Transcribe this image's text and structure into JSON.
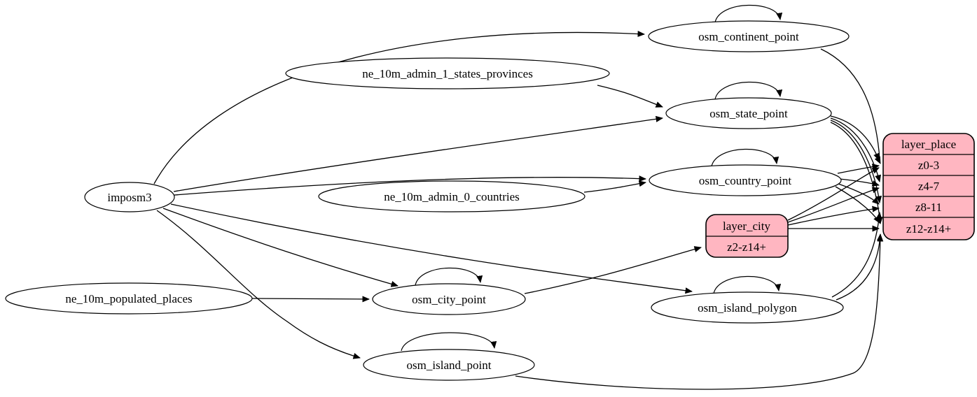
{
  "diagram": {
    "kind": "etl-graph",
    "colors": {
      "background": "#ffffff",
      "table_node_fill": "#ffffff",
      "layer_record_fill": "#ffb6c1",
      "stroke": "#000000",
      "text": "#000000"
    },
    "nodes": {
      "imposm3": "imposm3",
      "ne_10m_admin_1_states_provinces": "ne_10m_admin_1_states_provinces",
      "ne_10m_admin_0_countries": "ne_10m_admin_0_countries",
      "ne_10m_populated_places": "ne_10m_populated_places",
      "osm_continent_point": "osm_continent_point",
      "osm_state_point": "osm_state_point",
      "osm_country_point": "osm_country_point",
      "osm_city_point": "osm_city_point",
      "osm_island_polygon": "osm_island_polygon",
      "osm_island_point": "osm_island_point"
    },
    "records": {
      "layer_place": {
        "title": "layer_place",
        "rows": [
          "z0-3",
          "z4-7",
          "z8-11",
          "z12-z14+"
        ]
      },
      "layer_city": {
        "title": "layer_city",
        "rows": [
          "z2-z14+"
        ]
      }
    },
    "edges": [
      {
        "from": "imposm3",
        "to": "osm_continent_point"
      },
      {
        "from": "imposm3",
        "to": "osm_state_point"
      },
      {
        "from": "imposm3",
        "to": "osm_country_point"
      },
      {
        "from": "imposm3",
        "to": "osm_city_point"
      },
      {
        "from": "imposm3",
        "to": "osm_island_polygon"
      },
      {
        "from": "imposm3",
        "to": "osm_island_point"
      },
      {
        "from": "ne_10m_admin_1_states_provinces",
        "to": "osm_state_point"
      },
      {
        "from": "ne_10m_admin_0_countries",
        "to": "osm_country_point"
      },
      {
        "from": "ne_10m_populated_places",
        "to": "osm_city_point"
      },
      {
        "from": "osm_continent_point",
        "to": "osm_continent_point"
      },
      {
        "from": "osm_state_point",
        "to": "osm_state_point"
      },
      {
        "from": "osm_country_point",
        "to": "osm_country_point"
      },
      {
        "from": "osm_city_point",
        "to": "osm_city_point"
      },
      {
        "from": "osm_island_polygon",
        "to": "osm_island_polygon"
      },
      {
        "from": "osm_island_point",
        "to": "osm_island_point"
      },
      {
        "from": "osm_continent_point",
        "to": "layer_place:z0-3"
      },
      {
        "from": "osm_state_point",
        "to": "layer_place:z0-3"
      },
      {
        "from": "osm_state_point",
        "to": "layer_place:z4-7"
      },
      {
        "from": "osm_state_point",
        "to": "layer_place:z8-11"
      },
      {
        "from": "osm_state_point",
        "to": "layer_place:z12-z14+"
      },
      {
        "from": "osm_country_point",
        "to": "layer_place:z0-3"
      },
      {
        "from": "osm_country_point",
        "to": "layer_place:z4-7"
      },
      {
        "from": "osm_country_point",
        "to": "layer_place:z8-11"
      },
      {
        "from": "osm_country_point",
        "to": "layer_place:z12-z14+"
      },
      {
        "from": "osm_city_point",
        "to": "layer_city:z2-z14+"
      },
      {
        "from": "layer_city",
        "to": "layer_place:z0-3"
      },
      {
        "from": "layer_city",
        "to": "layer_place:z4-7"
      },
      {
        "from": "layer_city",
        "to": "layer_place:z8-11"
      },
      {
        "from": "layer_city",
        "to": "layer_place:z12-z14+"
      },
      {
        "from": "osm_island_polygon",
        "to": "layer_place:z8-11"
      },
      {
        "from": "osm_island_polygon",
        "to": "layer_place:z12-z14+"
      },
      {
        "from": "osm_island_point",
        "to": "layer_place:z12-z14+"
      }
    ]
  }
}
